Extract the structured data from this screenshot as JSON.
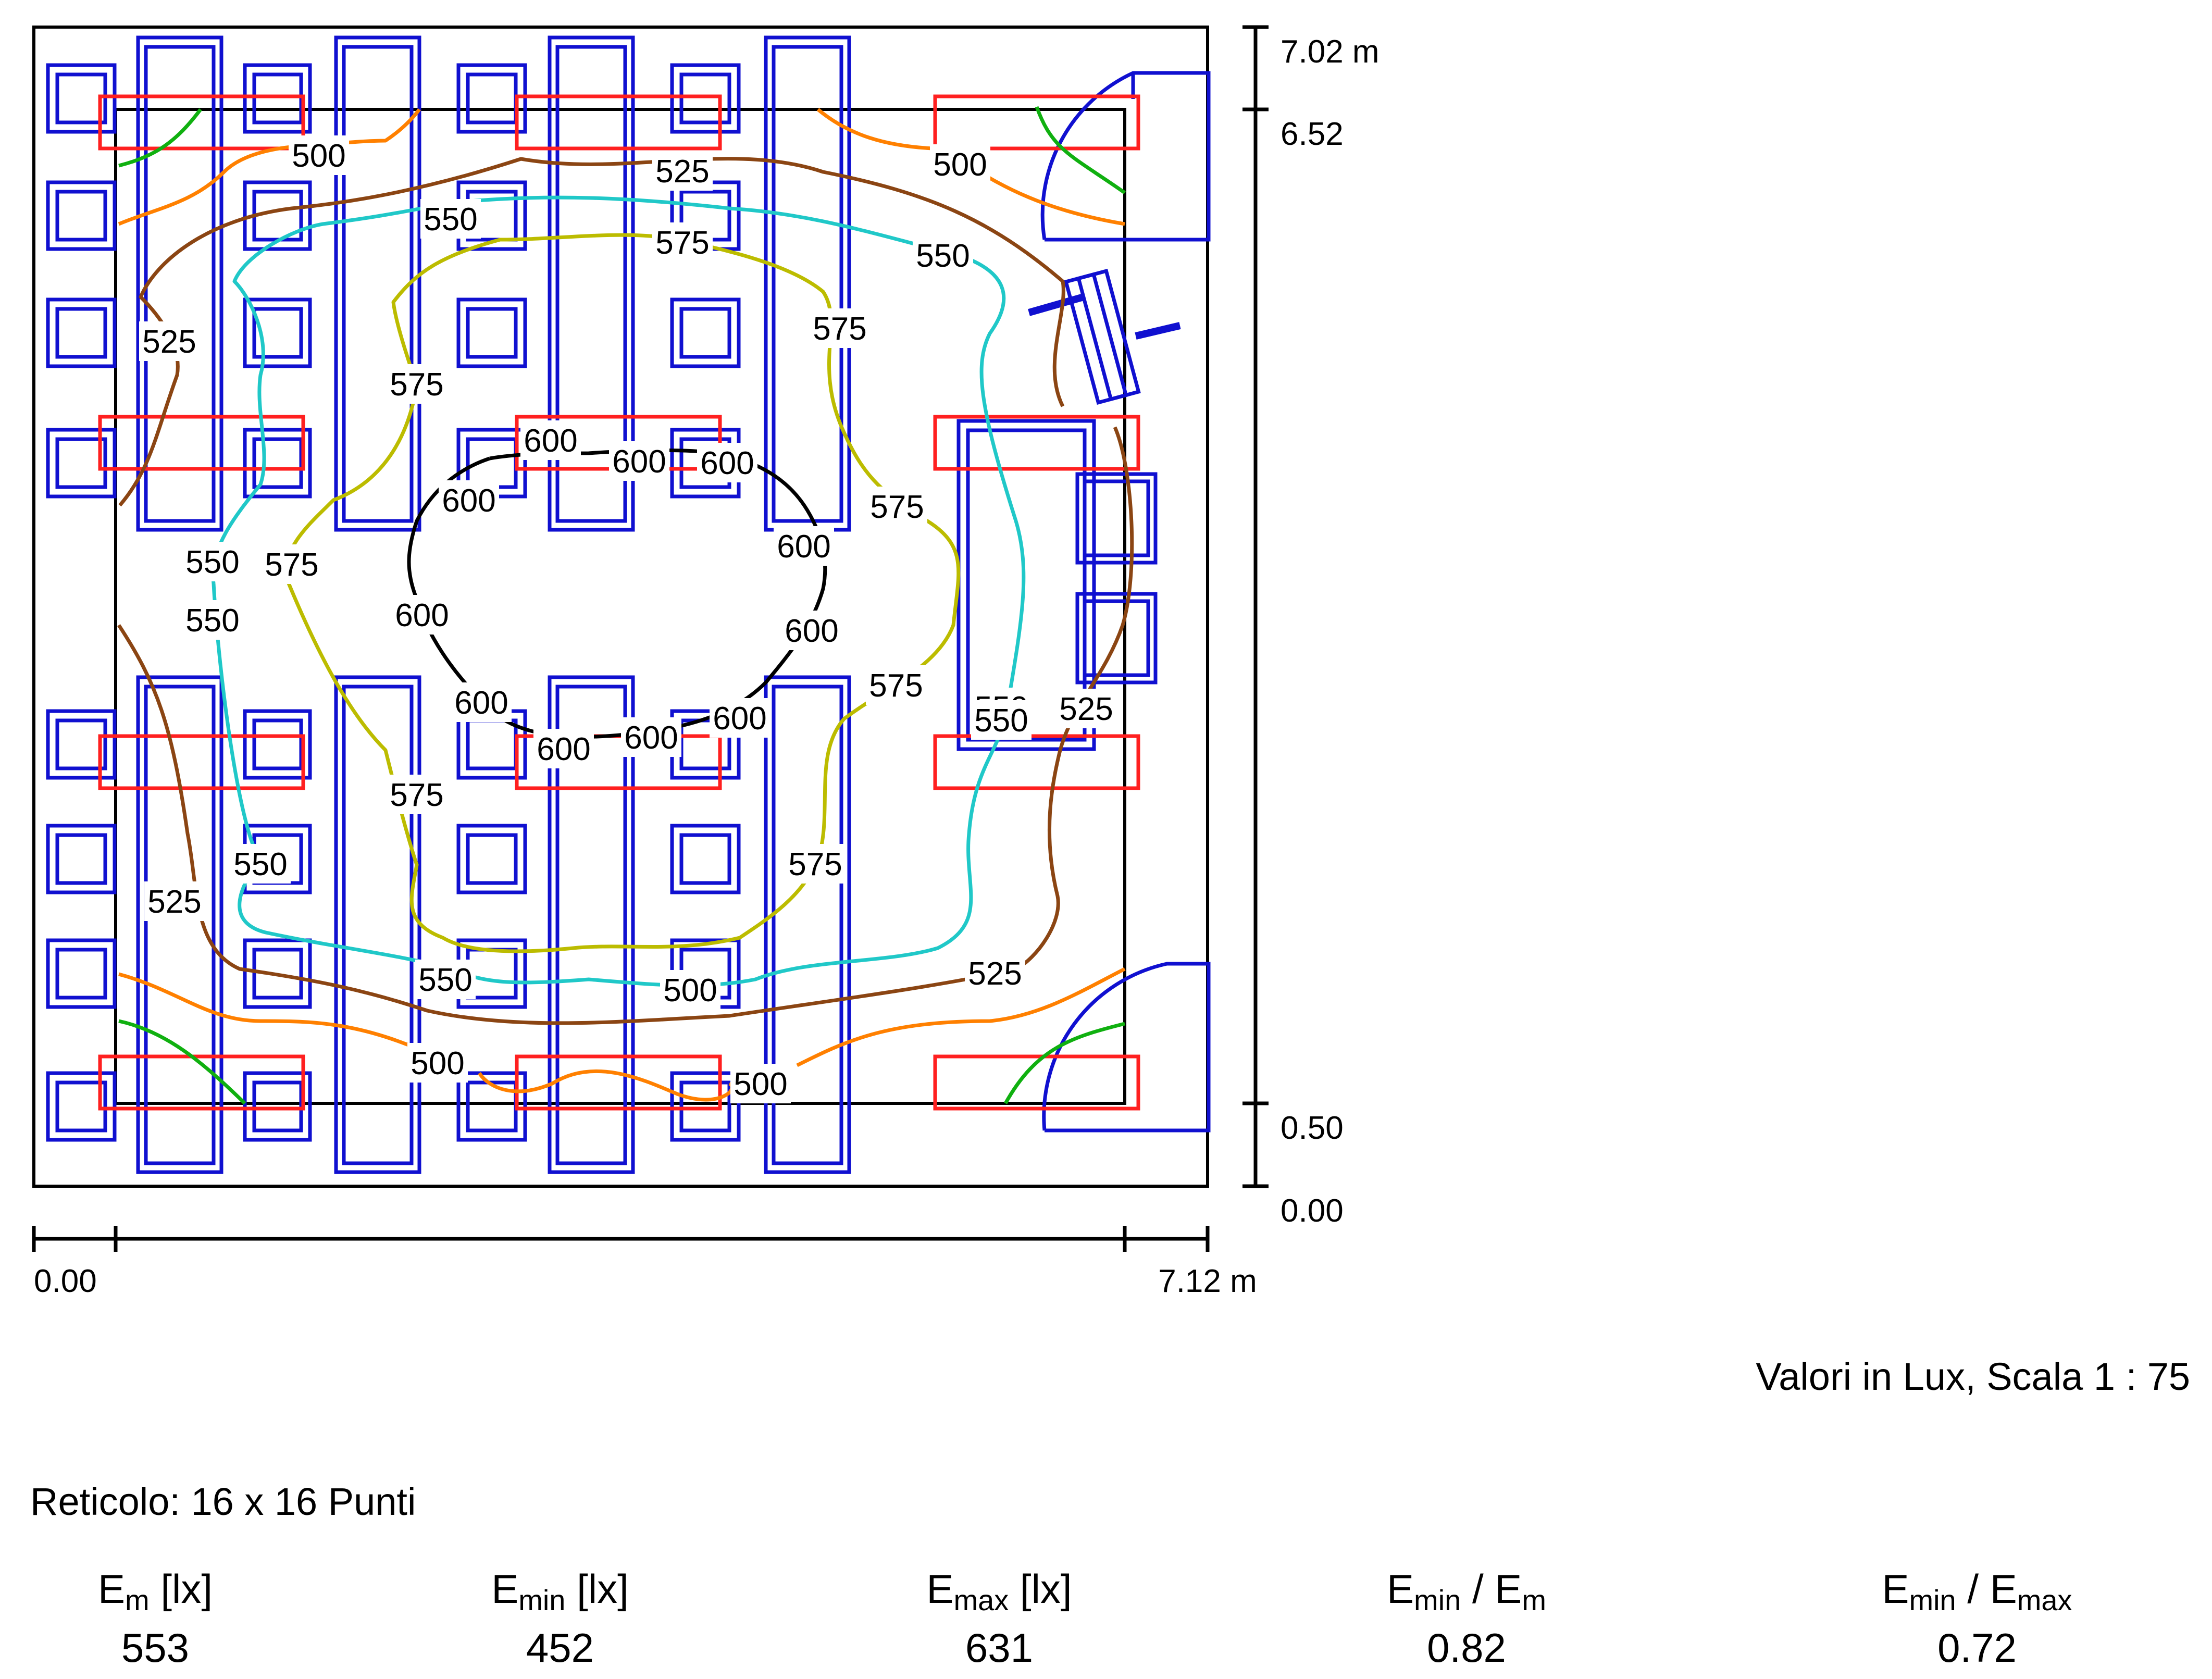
{
  "axes": {
    "y_top": "7.02 m",
    "y_upper": "6.52",
    "y_lower": "0.50",
    "y_bottom": "0.00",
    "x_left": "0.00",
    "x_right": "7.12 m"
  },
  "scale_note": "Valori in Lux, Scala 1 : 75",
  "grid_note": "Reticolo: 16 x 16 Punti",
  "stats": [
    {
      "head": "E",
      "sub": "m",
      "head_rest": " [lx]",
      "sub2": "",
      "tail": "",
      "value": "553"
    },
    {
      "head": "E",
      "sub": "min",
      "head_rest": " [lx]",
      "sub2": "",
      "tail": "",
      "value": "452"
    },
    {
      "head": "E",
      "sub": "max",
      "head_rest": " [lx]",
      "sub2": "",
      "tail": "",
      "value": "631"
    },
    {
      "head": "E",
      "sub": "min",
      "head_rest": " / E",
      "sub2": "m",
      "tail": "",
      "value": "0.82"
    },
    {
      "head": "E",
      "sub": "min",
      "head_rest": " / E",
      "sub2": "max",
      "tail": "",
      "value": "0.72"
    }
  ],
  "isolines": [
    {
      "level": "500",
      "color": "#ff8000"
    },
    {
      "level": "525",
      "color": "#8b4513"
    },
    {
      "level": "550",
      "color": "#20c8c8"
    },
    {
      "level": "575",
      "color": "#bcbc00"
    },
    {
      "level": "600",
      "color": "#000000"
    }
  ],
  "contour_labels": [
    "500",
    "500",
    "525",
    "550",
    "575",
    "550",
    "525",
    "575",
    "575",
    "600",
    "600",
    "600",
    "600",
    "550",
    "575",
    "575",
    "600",
    "550",
    "600",
    "600",
    "600",
    "600",
    "600",
    "600",
    "575",
    "550",
    "525",
    "550",
    "525",
    "575",
    "550",
    "575",
    "525",
    "550",
    "500",
    "500",
    "500"
  ],
  "colors": {
    "furniture": "#1010d0",
    "luminaire": "#ff2020",
    "room": "#000000",
    "green_line": "#10b010"
  }
}
